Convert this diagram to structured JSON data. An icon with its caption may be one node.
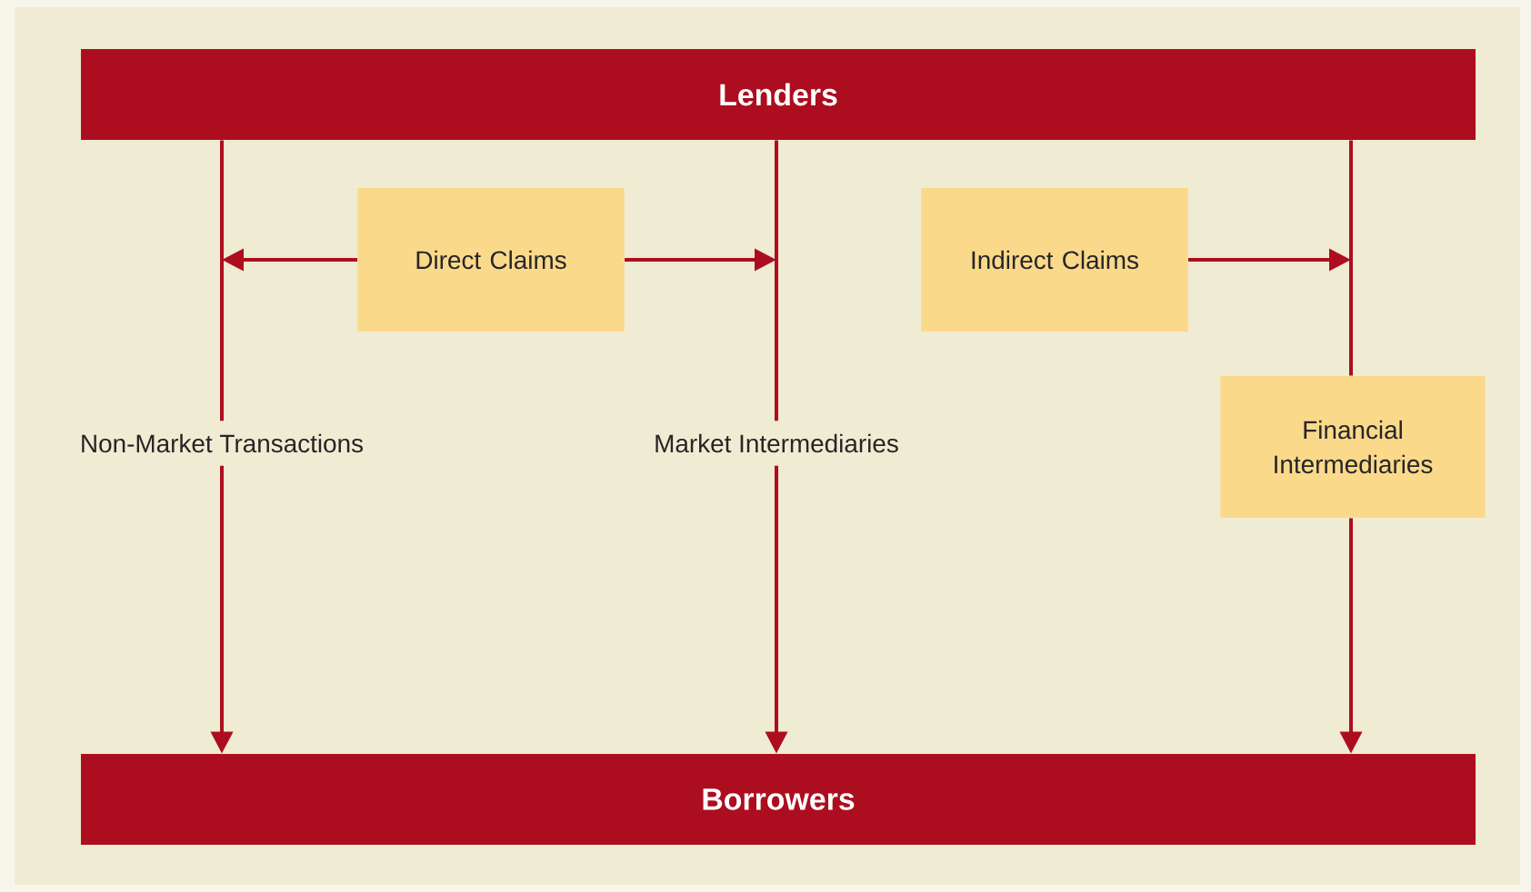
{
  "diagram": {
    "nodes": [
      {
        "text": [
          "Lenders"
        ]
      },
      {
        "text": [
          "Borrowers"
        ]
      },
      {
        "text": [
          "Direct Claims"
        ]
      },
      {
        "text": [
          "Indirect Claims"
        ]
      },
      {
        "text": [
          "Non-Market Transactions"
        ]
      },
      {
        "text": [
          "Market Intermediaries"
        ]
      },
      {
        "text": [
          "Financial Intermediaries"
        ]
      }
    ],
    "edges": [
      {
        "from": 0,
        "to": 4,
        "arrow": "none"
      },
      {
        "from": 4,
        "to": 1,
        "arrow": "to"
      },
      {
        "from": 0,
        "to": 5,
        "arrow": "none"
      },
      {
        "from": 5,
        "to": 1,
        "arrow": "to"
      },
      {
        "from": 0,
        "to": 6,
        "arrow": "none"
      },
      {
        "from": 6,
        "to": 1,
        "arrow": "to"
      },
      {
        "from": 2,
        "to": null,
        "arrow": "to"
      },
      {
        "from": 2,
        "to": null,
        "arrow": "to"
      },
      {
        "from": 3,
        "to": null,
        "arrow": "to"
      }
    ]
  }
}
